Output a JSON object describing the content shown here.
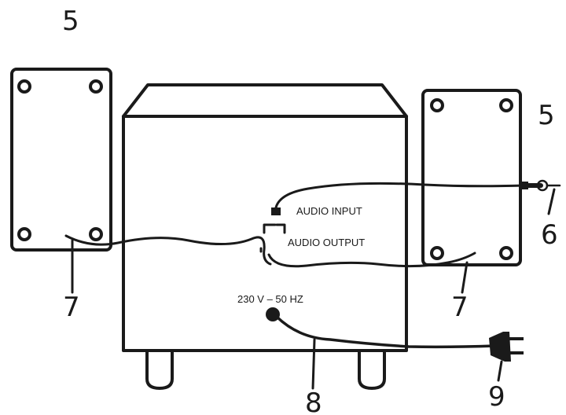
{
  "labels": {
    "audio_input": "AUDIO INPUT",
    "audio_output": "AUDIO OUTPUT",
    "power_rating": "230 V – 50 HZ"
  },
  "callouts": {
    "satellite_left": "5",
    "satellite_right": "5",
    "audio_cable": "6",
    "speaker_cable_left": "7",
    "speaker_cable_right": "7",
    "power_cord": "8",
    "power_plug": "9"
  },
  "colors": {
    "line": "#1a1a1a",
    "background": "#ffffff"
  }
}
